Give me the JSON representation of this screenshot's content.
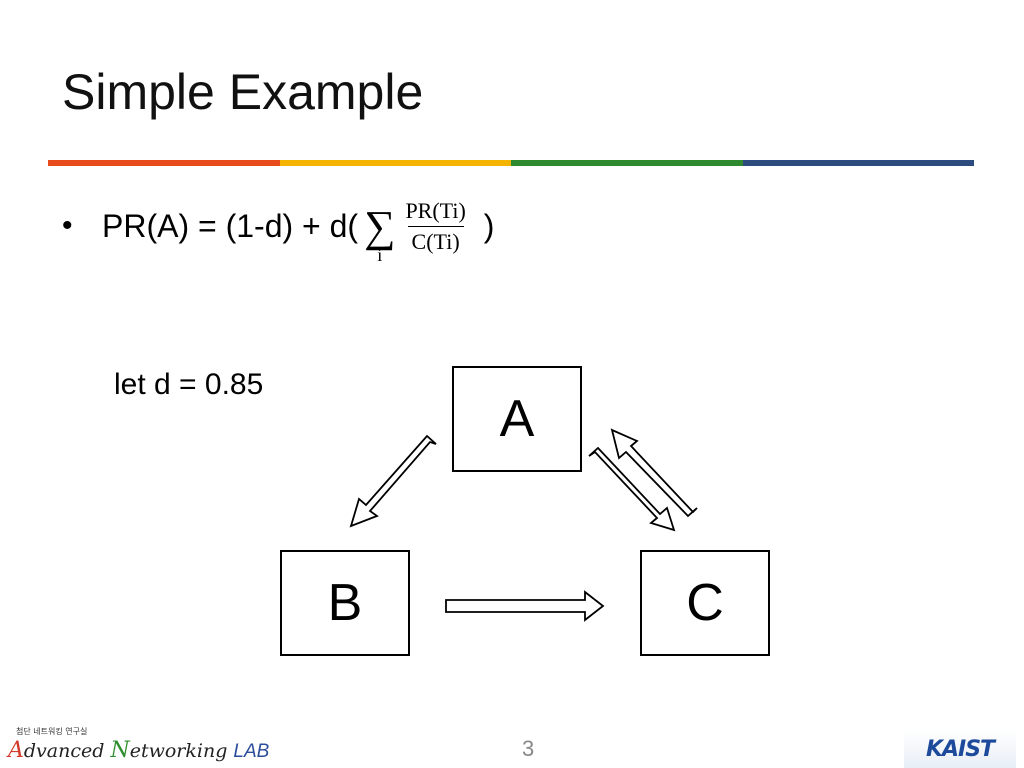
{
  "slide": {
    "title": "Simple Example",
    "page_number": "3"
  },
  "formula": {
    "bullet": "•",
    "prefix": "PR(A) = (1-d) + d(",
    "sum_symbol": "∑",
    "sum_index": "i",
    "numerator": "PR(Ti)",
    "denominator": "C(Ti)",
    "suffix": ")"
  },
  "damping_note": "let d = 0.85",
  "graph": {
    "nodes": [
      {
        "id": "A",
        "label": "A"
      },
      {
        "id": "B",
        "label": "B"
      },
      {
        "id": "C",
        "label": "C"
      }
    ],
    "edges": [
      {
        "from": "A",
        "to": "B"
      },
      {
        "from": "A",
        "to": "C"
      },
      {
        "from": "C",
        "to": "A"
      },
      {
        "from": "B",
        "to": "C"
      }
    ]
  },
  "colors": {
    "bar": [
      "#e84c1c",
      "#f5b400",
      "#2f8a2f",
      "#2c4b7e"
    ]
  },
  "footer": {
    "lab_korean": "첨단 네트워킹 연구실",
    "lab_cap_a": "A",
    "lab_rest_1": "dvanced ",
    "lab_cap_n": "N",
    "lab_rest_2": "etworking ",
    "lab_suffix": "LAB",
    "university_logo": "KAIST"
  }
}
